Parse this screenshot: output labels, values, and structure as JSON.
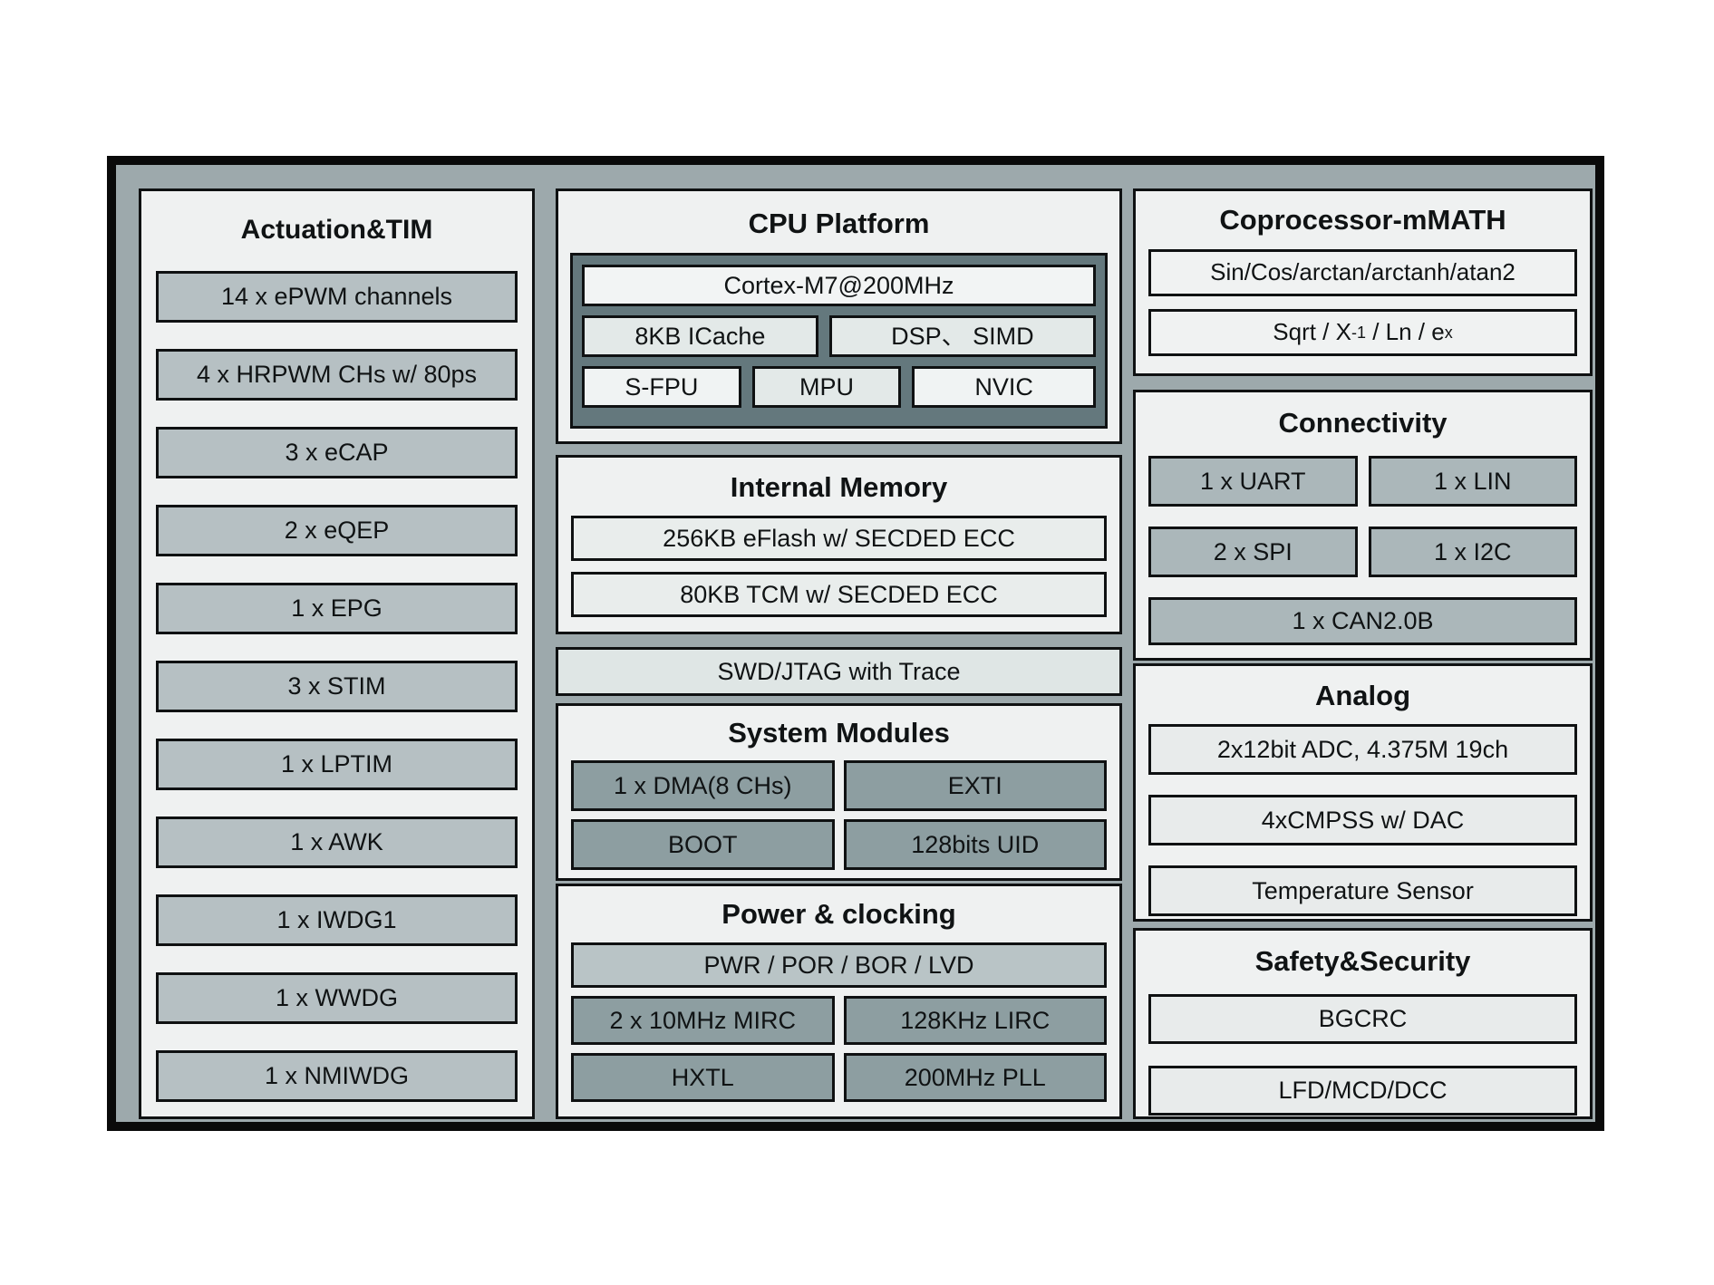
{
  "colors": {
    "chip_fill": "#9da9ac",
    "outer_border": "#0a0a0a",
    "panel_bg": "#eff1f1",
    "left_item_bg": "#b6c0c3",
    "cpu_container_bg": "#64787d",
    "slate_cell_bg": "#8d9ea1",
    "connectivity_cell_bg": "#abb7ba",
    "power_bar_bg": "#b9c4c6",
    "light_row_bg": "#e9edec",
    "swd_bar_bg": "#dfe6e5"
  },
  "actuation": {
    "title": "Actuation&TIM",
    "items": [
      "14 x ePWM channels",
      "4 x HRPWM CHs w/ 80ps",
      "3 x eCAP",
      "2 x eQEP",
      "1 x EPG",
      "3 x STIM",
      "1 x LPTIM",
      "1 x AWK",
      "1 x IWDG1",
      "1 x WWDG",
      "1 x NMIWDG"
    ]
  },
  "cpu": {
    "title": "CPU Platform",
    "core": "Cortex-M7@200MHz",
    "icache": "8KB ICache",
    "dsp": "DSP、 SIMD",
    "sfpu": "S-FPU",
    "mpu": "MPU",
    "nvic": "NVIC"
  },
  "memory": {
    "title": "Internal Memory",
    "rows": [
      "256KB eFlash w/ SECDED ECC",
      "80KB TCM w/ SECDED ECC"
    ]
  },
  "debug": {
    "label": "SWD/JTAG with Trace"
  },
  "system": {
    "title": "System Modules",
    "cells": [
      "1 x DMA(8 CHs)",
      "EXTI",
      "BOOT",
      "128bits UID"
    ]
  },
  "power": {
    "title": "Power & clocking",
    "bar": "PWR / POR / BOR / LVD",
    "cells": [
      "2 x 10MHz MIRC",
      "128KHz LIRC",
      "HXTL",
      "200MHz PLL"
    ]
  },
  "coprocessor": {
    "title": "Coprocessor-mMATH",
    "row1": "Sin/Cos/arctan/arctanh/atan2",
    "row2": {
      "b1": "Sqrt / X",
      "sup1": "-1",
      "b2": " / Ln / e",
      "sup2": "x"
    }
  },
  "connectivity": {
    "title": "Connectivity",
    "cells": [
      "1 x UART",
      "1 x LIN",
      "2 x SPI",
      "1 x I2C"
    ],
    "bar": "1 x CAN2.0B"
  },
  "analog": {
    "title": "Analog",
    "rows": [
      "2x12bit ADC, 4.375M 19ch",
      "4xCMPSS w/ DAC",
      "Temperature Sensor"
    ]
  },
  "safety": {
    "title": "Safety&Security",
    "rows": [
      "BGCRC",
      "LFD/MCD/DCC"
    ]
  }
}
